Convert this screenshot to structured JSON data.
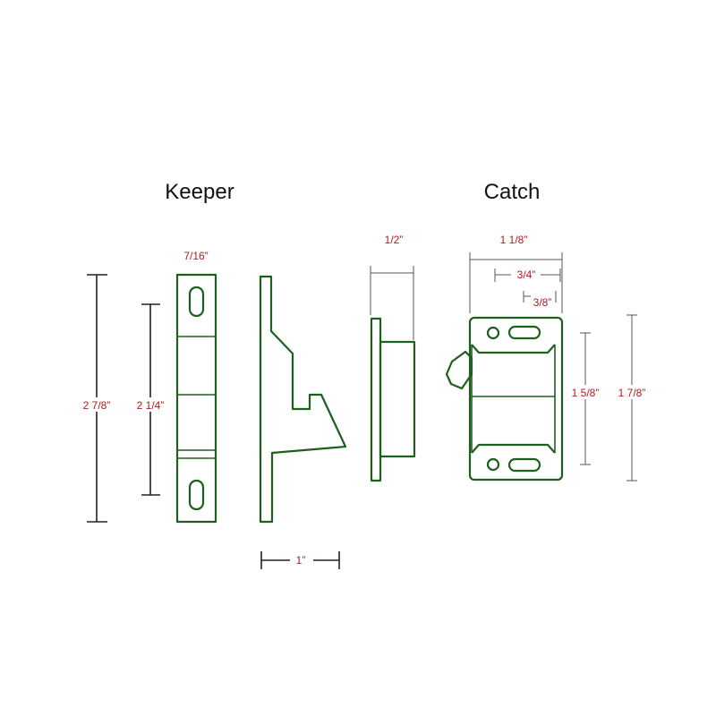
{
  "keeper": {
    "title": "Keeper",
    "dim_total_height": "2 7/8”",
    "dim_slot_span": "2 1/4”",
    "dim_width": "7/16”",
    "dim_depth": "1”"
  },
  "catch": {
    "title": "Catch",
    "dim_side_depth": "1/2”",
    "dim_total_width": "1 1/8”",
    "dim_offset_a": "3/4”",
    "dim_offset_b": "3/8”",
    "dim_body_height": "1 5/8”",
    "dim_total_height": "1 7/8”"
  },
  "colors": {
    "outline": "#1e5e1e",
    "dimension_text": "#b01c1c",
    "dimension_line": "#222222"
  }
}
